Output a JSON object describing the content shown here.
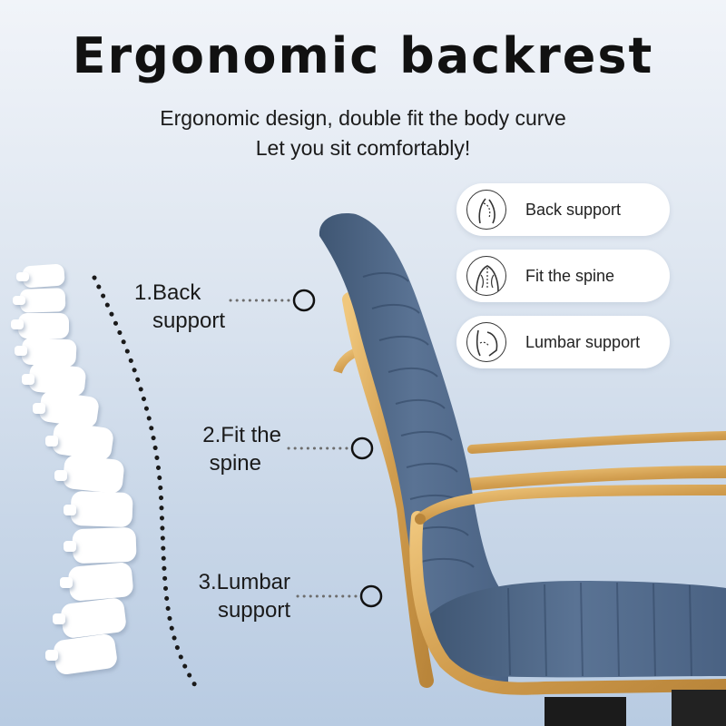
{
  "header": {
    "title": "Ergonomic backrest",
    "subtitle_line1": "Ergonomic design, double fit the body curve",
    "subtitle_line2": "Let you sit comfortably!"
  },
  "callouts": [
    {
      "line1": "1.Back",
      "line2": "support"
    },
    {
      "line1": "2.Fit the",
      "line2": "spine"
    },
    {
      "line1": "3.Lumbar",
      "line2": "support"
    }
  ],
  "features": [
    {
      "icon": "back-support-icon",
      "label": "Back support"
    },
    {
      "icon": "fit-spine-icon",
      "label": "Fit the spine"
    },
    {
      "icon": "lumbar-support-icon",
      "label": "Lumbar support"
    }
  ],
  "colors": {
    "upholstery": "#4d6585",
    "frame": "#d6a55a",
    "dots": "#1a1a1a"
  }
}
